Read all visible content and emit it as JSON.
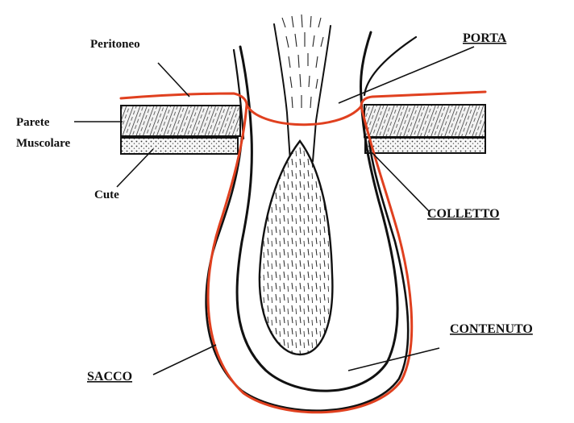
{
  "labels": {
    "peritoneo": "Peritoneo",
    "parete_line1": "Parete",
    "parete_line2": "Muscolare",
    "cute": "Cute",
    "porta": "PORTA",
    "colletto": "COLLETTO",
    "contenuto": "CONTENUTO",
    "sacco": "SACCO"
  },
  "colors": {
    "peritoneum_red": "#e0401f",
    "ink": "#111111"
  }
}
